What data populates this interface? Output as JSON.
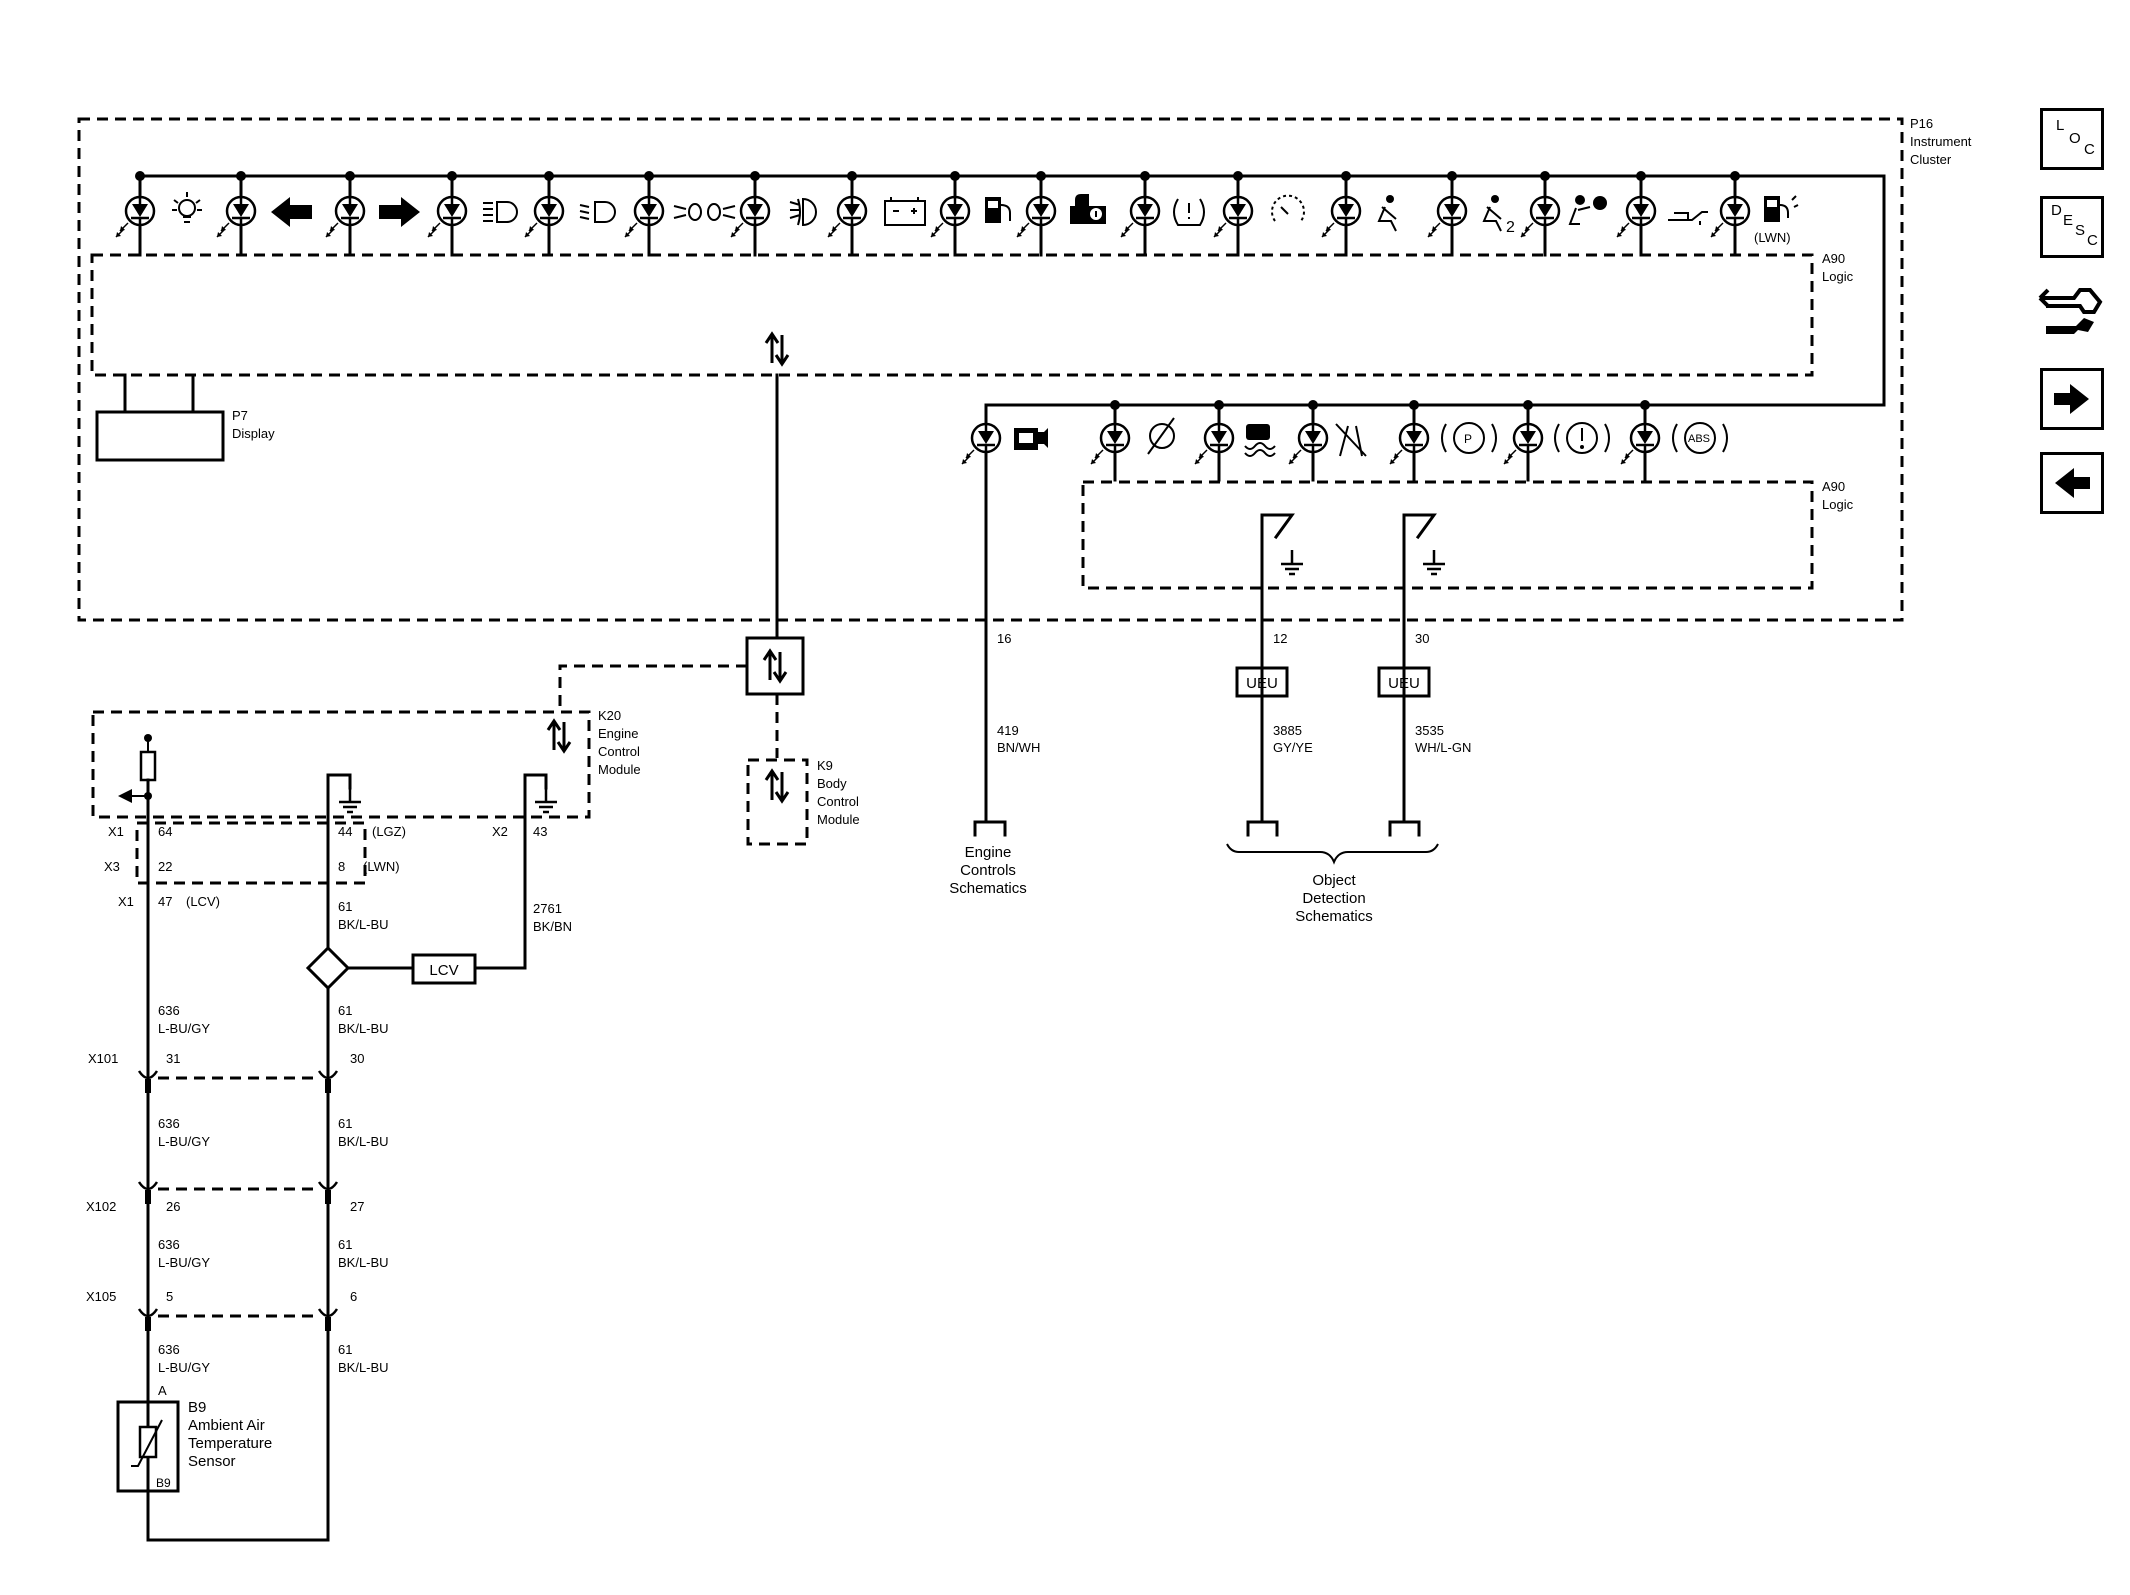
{
  "p16": {
    "id": "P16",
    "l1": "Instrument",
    "l2": "Cluster"
  },
  "a90": {
    "id": "A90",
    "l1": "Logic"
  },
  "p7": {
    "id": "P7",
    "l1": "Display"
  },
  "lwn_top": "(LWN)",
  "indicator_2": "2",
  "k20": {
    "id": "K20",
    "l1": "Engine",
    "l2": "Control",
    "l3": "Module"
  },
  "k9": {
    "id": "K9",
    "l1": "Body",
    "l2": "Control",
    "l3": "Module"
  },
  "pins": {
    "p16": "16",
    "p12": "12",
    "p30": "30"
  },
  "ueu": "UEU",
  "lcv": "LCV",
  "circuits": {
    "c419": "419",
    "c419c": "BN/WH",
    "c3885": "3885",
    "c3885c": "GY/YE",
    "c3535": "3535",
    "c3535c": "WH/L-GN",
    "c2761": "2761",
    "c2761c": "BK/BN",
    "c61": "61",
    "c61c": "BK/L-BU",
    "c636": "636",
    "c636c": "L-BU/GY"
  },
  "refs": {
    "engine": {
      "l1": "Engine",
      "l2": "Controls",
      "l3": "Schematics"
    },
    "object": {
      "l1": "Object",
      "l2": "Detection",
      "l3": "Schematics"
    }
  },
  "connectors": {
    "x1": "X1",
    "x1_64": "64",
    "x1_44": "44",
    "lgz": "(LGZ)",
    "x2": "X2",
    "x2_43": "43",
    "x3": "X3",
    "x3_22": "22",
    "x3_8": "8",
    "lwn": "(LWN)",
    "x1b": "X1",
    "x1_47": "47",
    "lcv_opt": "(LCV)",
    "x101": "X101",
    "x101_31": "31",
    "x101_30": "30",
    "x102": "X102",
    "x102_26": "26",
    "x102_27": "27",
    "x105": "X105",
    "x105_5": "5",
    "x105_6": "6"
  },
  "b9": {
    "pin": "A",
    "id": "B9",
    "l1": "Ambient Air",
    "l2": "Temperature",
    "l3": "Sensor",
    "tag": "B9"
  },
  "sidebar": {
    "loc": {
      "a": "L",
      "b": "O",
      "c": "C"
    },
    "desc": {
      "a": "D",
      "b": "E",
      "c": "S",
      "d": "C"
    }
  }
}
